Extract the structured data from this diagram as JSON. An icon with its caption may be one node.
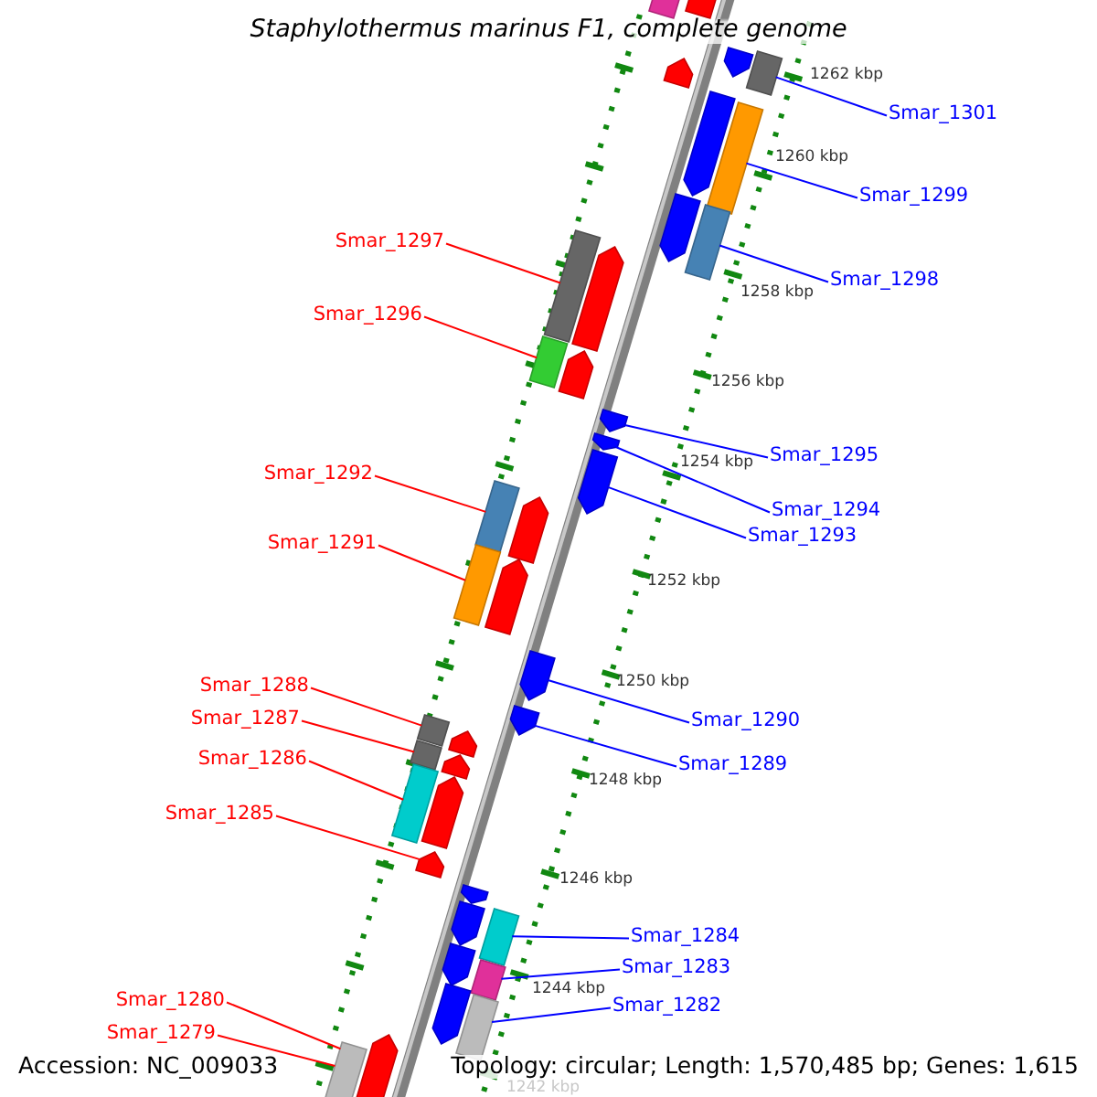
{
  "diagram": {
    "title": "Staphylothermus marinus F1, complete genome",
    "nodes": [
      {
        "text": [
          "Smar_1301"
        ]
      },
      {
        "text": [
          "Smar_1299"
        ]
      },
      {
        "text": [
          "Smar_1297"
        ]
      },
      {
        "text": [
          "Smar_1298"
        ]
      },
      {
        "text": [
          "Smar_1296"
        ]
      },
      {
        "text": [
          "Smar_1295"
        ]
      },
      {
        "text": [
          "Smar_1292"
        ]
      },
      {
        "text": [
          "Smar_1294"
        ]
      },
      {
        "text": [
          "Smar_1293"
        ]
      },
      {
        "text": [
          "Smar_1291"
        ]
      },
      {
        "text": [
          "Smar_1288"
        ]
      },
      {
        "text": [
          "Smar_1287"
        ]
      },
      {
        "text": [
          "Smar_1290"
        ]
      },
      {
        "text": [
          "Smar_1286"
        ]
      },
      {
        "text": [
          "Smar_1289"
        ]
      },
      {
        "text": [
          "Smar_1285"
        ]
      },
      {
        "text": [
          "Smar_1284"
        ]
      },
      {
        "text": [
          "Smar_1283"
        ]
      },
      {
        "text": [
          "Smar_1280"
        ]
      },
      {
        "text": [
          "Smar_1282"
        ]
      },
      {
        "text": [
          "Smar_1279"
        ]
      },
      {
        "text": [],
        "shape": "box"
      },
      {
        "text": [],
        "shape": "box"
      },
      {
        "text": [],
        "shape": "pentagon"
      },
      {
        "text": [],
        "shape": "box"
      },
      {
        "text": [],
        "shape": "pentagon"
      },
      {
        "text": [],
        "shape": "pentagon"
      },
      {
        "text": [],
        "shape": "box"
      },
      {
        "text": [],
        "shape": "pentagon"
      },
      {
        "text": [],
        "shape": "box"
      },
      {
        "text": [],
        "shape": "box"
      },
      {
        "text": [],
        "shape": "pentagon"
      },
      {
        "text": [],
        "shape": "box"
      },
      {
        "text": [],
        "shape": "pentagon"
      },
      {
        "text": [],
        "shape": "pentagon"
      },
      {
        "text": [],
        "shape": "pentagon"
      },
      {
        "text": [],
        "shape": "pentagon"
      },
      {
        "text": [],
        "shape": "box"
      },
      {
        "text": [],
        "shape": "pentagon"
      },
      {
        "text": [],
        "shape": "box"
      },
      {
        "text": [],
        "shape": "pentagon"
      },
      {
        "text": [],
        "shape": "pentagon"
      },
      {
        "text": [],
        "shape": "pentagon"
      },
      {
        "text": [],
        "shape": "box"
      },
      {
        "text": [],
        "shape": "pentagon"
      },
      {
        "text": [],
        "shape": "box"
      },
      {
        "text": [],
        "shape": "pentagon"
      },
      {
        "text": [],
        "shape": "box"
      },
      {
        "text": [],
        "shape": "pentagon"
      },
      {
        "text": [],
        "shape": "pentagon"
      },
      {
        "text": [],
        "shape": "pentagon"
      },
      {
        "text": [],
        "shape": "pentagon"
      },
      {
        "text": [],
        "shape": "box"
      },
      {
        "text": [],
        "shape": "pentagon"
      },
      {
        "text": [],
        "shape": "box"
      },
      {
        "text": [],
        "shape": "pentagon"
      },
      {
        "text": [],
        "shape": "box"
      },
      {
        "text": [],
        "shape": "pentagon"
      },
      {
        "text": [],
        "shape": "box"
      }
    ],
    "edges": [
      {
        "from": 0,
        "to": 24,
        "arrow": "none",
        "color": "#0000ff"
      },
      {
        "from": 1,
        "to": 27,
        "arrow": "none",
        "color": "#0000ff"
      },
      {
        "from": 2,
        "to": 30,
        "arrow": "none",
        "color": "#ff0000"
      },
      {
        "from": 3,
        "to": 29,
        "arrow": "none",
        "color": "#0000ff"
      },
      {
        "from": 4,
        "to": 32,
        "arrow": "none",
        "color": "#ff0000"
      },
      {
        "from": 5,
        "to": 34,
        "arrow": "none",
        "color": "#0000ff"
      },
      {
        "from": 6,
        "to": 37,
        "arrow": "none",
        "color": "#ff0000"
      },
      {
        "from": 7,
        "to": 35,
        "arrow": "none",
        "color": "#0000ff"
      },
      {
        "from": 8,
        "to": 36,
        "arrow": "none",
        "color": "#0000ff"
      },
      {
        "from": 9,
        "to": 39,
        "arrow": "none",
        "color": "#ff0000"
      },
      {
        "from": 10,
        "to": 43,
        "arrow": "none",
        "color": "#ff0000"
      },
      {
        "from": 11,
        "to": 45,
        "arrow": "none",
        "color": "#ff0000"
      },
      {
        "from": 12,
        "to": 41,
        "arrow": "none",
        "color": "#0000ff"
      },
      {
        "from": 13,
        "to": 47,
        "arrow": "none",
        "color": "#ff0000"
      },
      {
        "from": 14,
        "to": 42,
        "arrow": "none",
        "color": "#0000ff"
      },
      {
        "from": 15,
        "to": 49,
        "arrow": "none",
        "color": "#ff0000"
      },
      {
        "from": 16,
        "to": 52,
        "arrow": "none",
        "color": "#0000ff"
      },
      {
        "from": 17,
        "to": 54,
        "arrow": "none",
        "color": "#0000ff"
      },
      {
        "from": 18,
        "to": 58,
        "arrow": "none",
        "color": "#ff0000"
      },
      {
        "from": 19,
        "to": 56,
        "arrow": "none",
        "color": "#0000ff"
      },
      {
        "from": 20,
        "to": 58,
        "arrow": "none",
        "color": "#ff0000"
      }
    ],
    "labels": [
      "1262 kbp",
      "1260 kbp",
      "1258 kbp",
      "1256 kbp",
      "1254 kbp",
      "1252 kbp",
      "1250 kbp",
      "1248 kbp",
      "1246 kbp",
      "1244 kbp",
      "1242 kbp",
      "Accession: NC_009033",
      "Topology: circular; Length: 1,570,485 bp; Genes: 1,615"
    ]
  }
}
